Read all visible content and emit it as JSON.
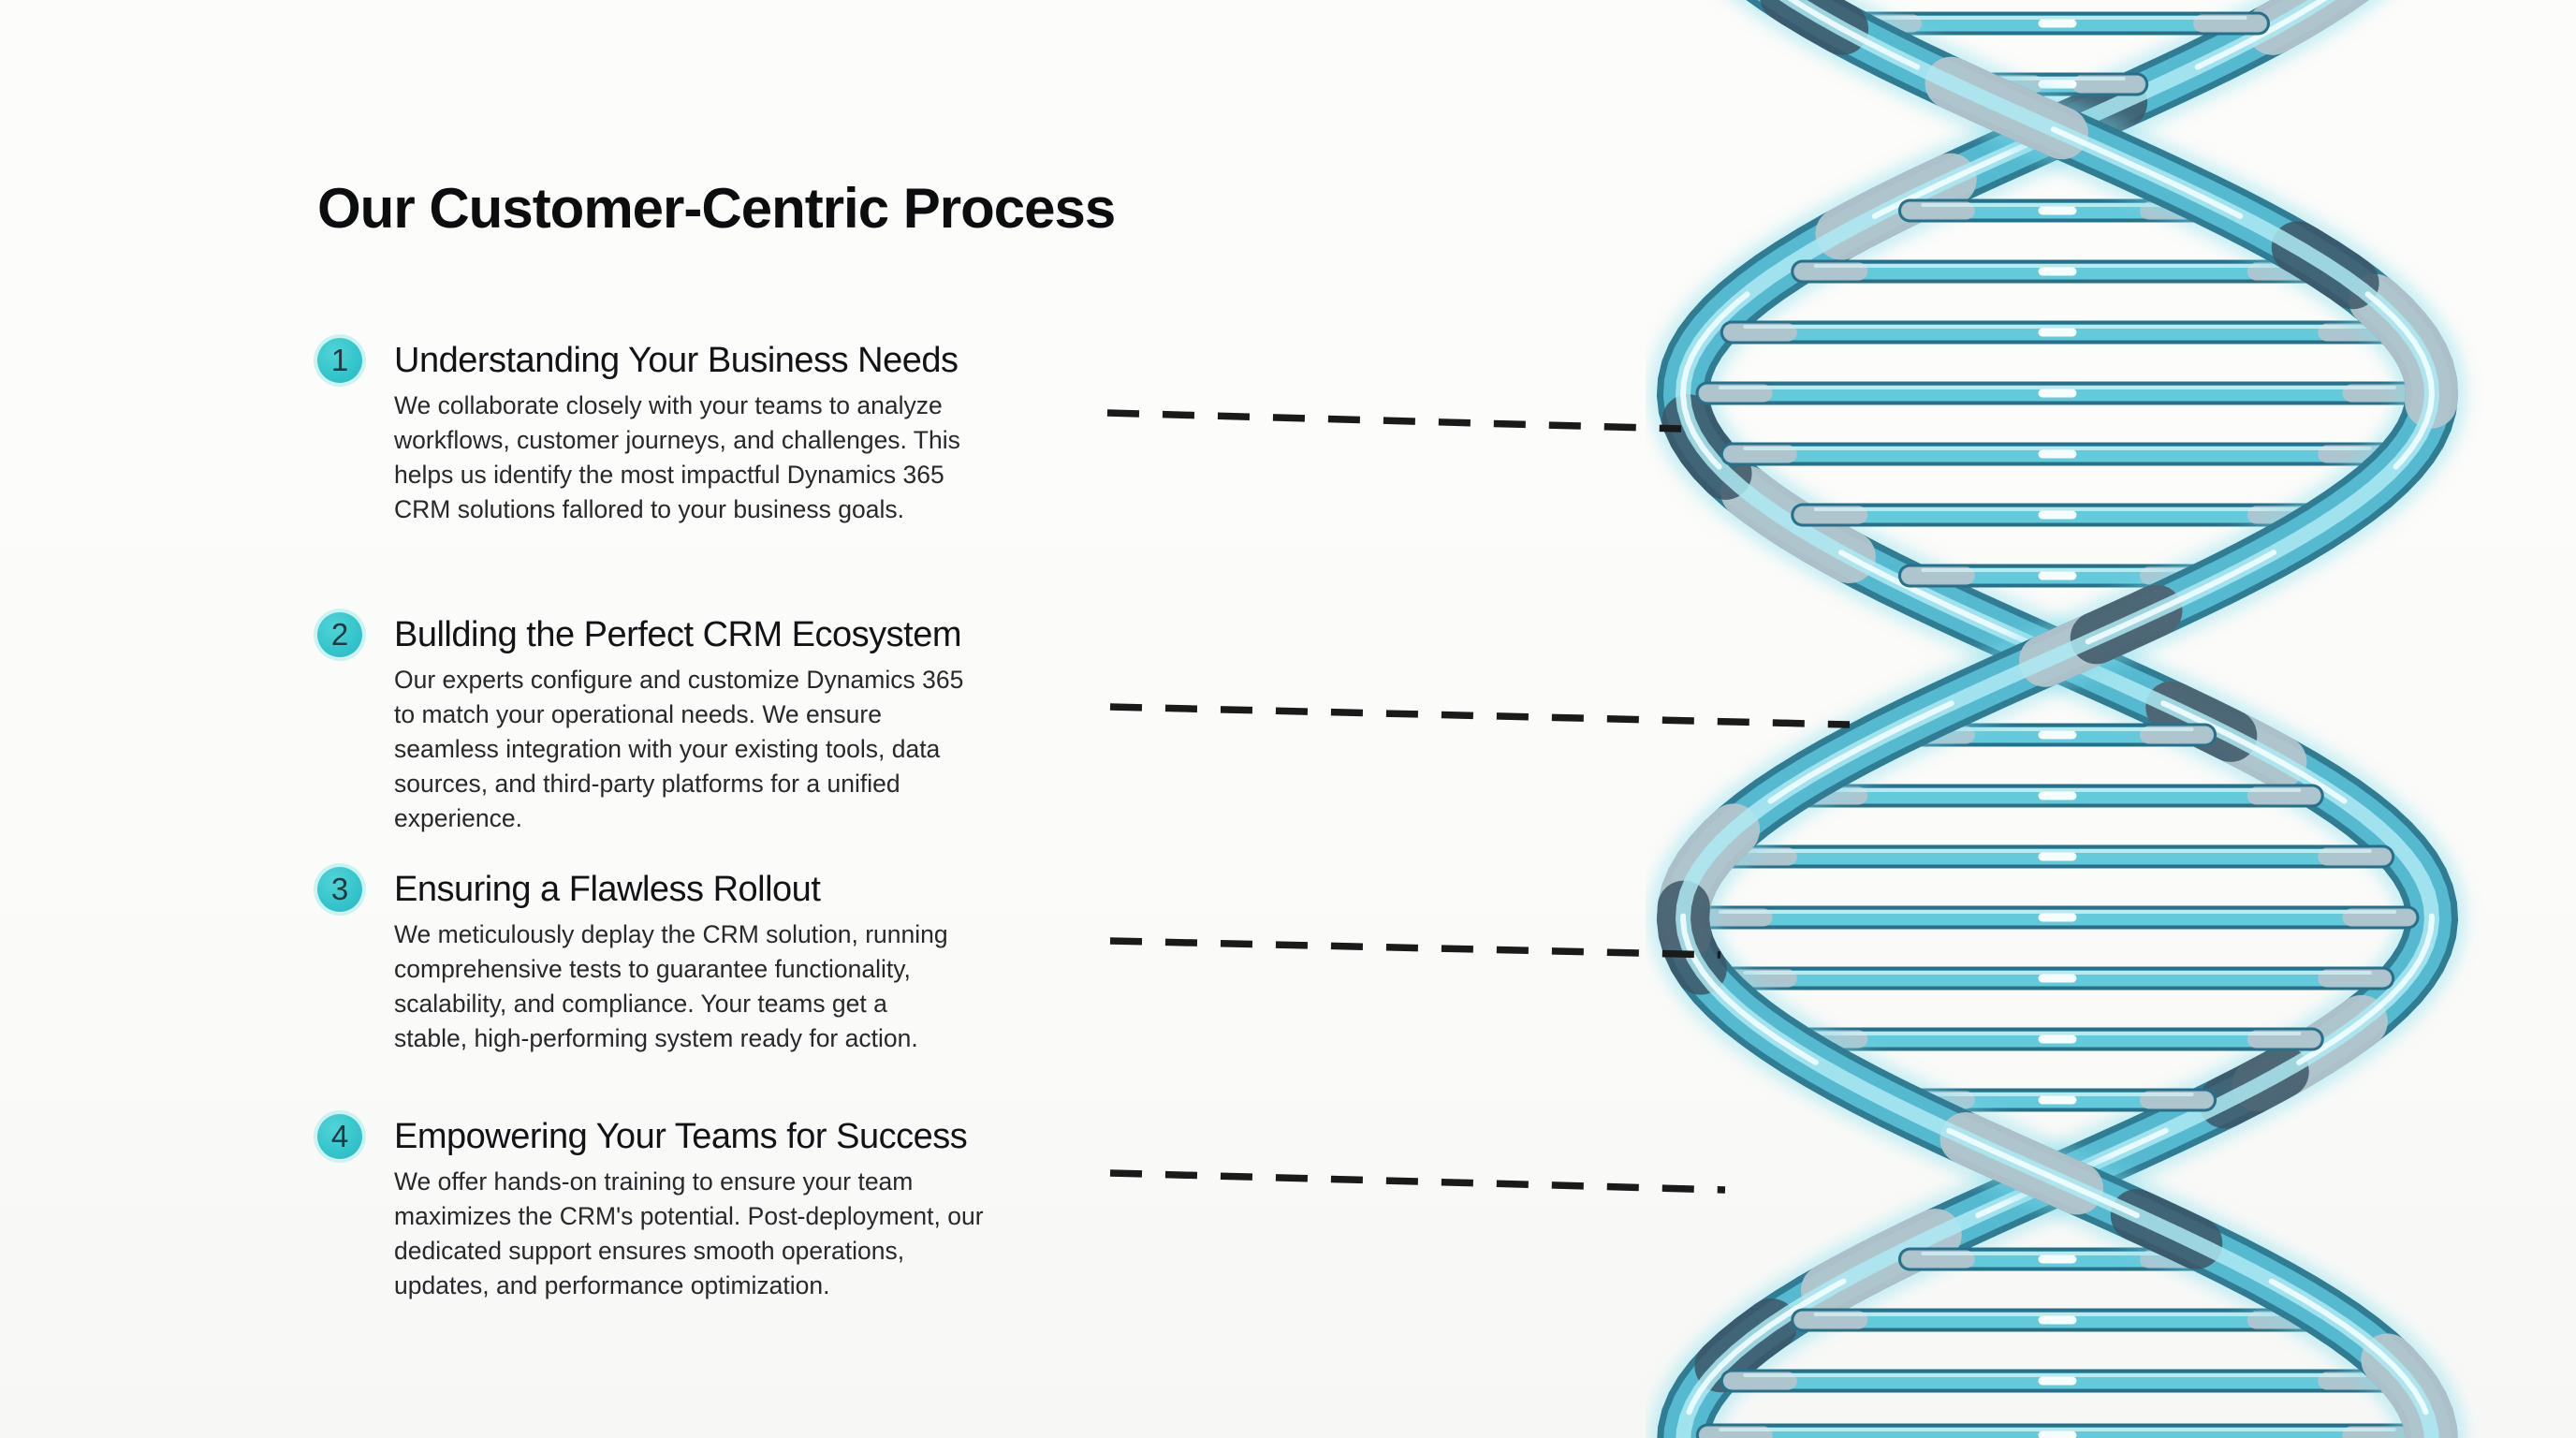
{
  "page": {
    "title": "Our Customer-Centric Process",
    "background_color": "#fbfbf9",
    "accent_color": "#35c6cc",
    "connector_color": "#1a1a1a",
    "text_color": "#26282b"
  },
  "steps": [
    {
      "number": "1",
      "title": "Understanding Your Business Needs",
      "description": "We collaborate closely with your teams to analyze\nworkflows, customer journeys, and challenges. This\nhelps us identify the most impactful Dynamics 365\nCRM solutions fallored to your business goals."
    },
    {
      "number": "2",
      "title": "Bullding the Perfect CRM Ecosystem",
      "description": "Our experts configure and customize Dynamics 365\nto match your operational needs. We ensure\nseamless integration with your existing tools, data\nsources, and third-party platforms for a unified\nexperience."
    },
    {
      "number": "3",
      "title": "Ensuring a Flawless Rollout",
      "description": "We meticulously deplay the CRM solution, running\ncomprehensive tests to guarantee functionality,\nscalability, and compliance. Your teams get a\nstable, high-performing system ready for action."
    },
    {
      "number": "4",
      "title": "Empowering Your Teams for Success",
      "description": "We offer hands-on training to ensure your team\nmaximizes the CRM's potential. Post-deployment, our\ndedicated support ensures smooth operations,\nupdates, and performance optimization."
    }
  ],
  "illustration": {
    "label": "dna-double-helix",
    "primary_color": "#55b9cf",
    "metal_color": "#b7c5cd",
    "glow_color": "#dafdff"
  }
}
